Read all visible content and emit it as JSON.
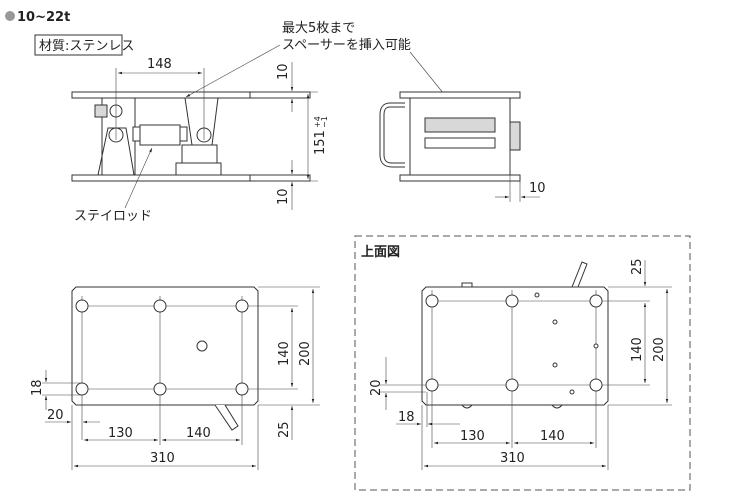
{
  "title": {
    "bullet_color": "#999999",
    "model_range": "10~22t"
  },
  "material_label": "材質:ステンレス",
  "side_view": {
    "callout_line1": "最大5枚まで",
    "callout_line2": "スペーサーを挿入可能",
    "stay_rod_label": "ステイロッド",
    "dim_pin_pitch": "148",
    "dim_top_plate": "10",
    "dim_bottom_plate": "10",
    "dim_height": "151",
    "dim_height_tol_plus": "+4",
    "dim_height_tol_minus": "−1",
    "dim_end_offset": "10"
  },
  "bottom_view": {
    "dim_hole_pitch_y": "140",
    "dim_plate_depth": "200",
    "dim_edge_y": "25",
    "dim_edge_small": "18",
    "dim_edge_x": "20",
    "dim_pitch_a": "130",
    "dim_pitch_b": "140",
    "dim_plate_width": "310"
  },
  "top_view": {
    "heading": "上面図",
    "dim_edge_y": "25",
    "dim_hole_pitch_y": "140",
    "dim_plate_depth": "200",
    "dim_edge_small": "20",
    "dim_edge_x": "18",
    "dim_pitch_a": "130",
    "dim_pitch_b": "140",
    "dim_plate_width": "310"
  }
}
